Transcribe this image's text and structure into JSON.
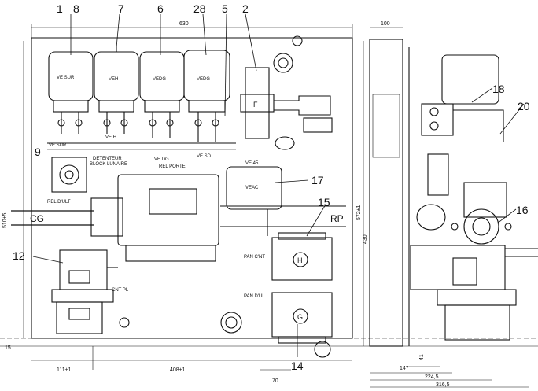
{
  "callouts": {
    "c1": "1",
    "c8": "8",
    "c7": "7",
    "c6": "6",
    "c28": "28",
    "c5": "5",
    "c2": "2",
    "c18": "18",
    "c20": "20",
    "c9": "9",
    "c17": "17",
    "c15": "15",
    "c16": "16",
    "c12": "12",
    "c14": "14"
  },
  "relay_labels": {
    "r8": "VE SUR",
    "r7": "VEH",
    "r6": "VEDG",
    "r28": "VEDG",
    "r17": "VEAC"
  },
  "wire_labels": {
    "ve_sur": "VE SUR",
    "ve_h": "VE H",
    "deteneur": "DETENTEUR",
    "block_lunaire": "BLOCK LUNAIRE",
    "ve_dg": "VE DG",
    "ve_sd": "VE SD",
    "rel_porte": "REL PORTE",
    "rel_d_ult": "REL D'ULT",
    "pan_cnt": "PAN C'NT",
    "pan_d_ul": "PAN D'UL",
    "cnt_pl": "CNT PL",
    "ve_45": "VE 45"
  },
  "module_marks": {
    "h": "H",
    "g": "G",
    "f": "F"
  },
  "flows": {
    "cg": "CG",
    "rp": "RP"
  },
  "dimensions": {
    "d630": "630",
    "d100": "100",
    "d510": "510±5",
    "d572": "572±1",
    "d430": "430",
    "d11": "111±1",
    "d408": "408±1",
    "d70": "70",
    "d147": "147",
    "d2245": "224,5",
    "d3165": "316,5",
    "d15": "15",
    "d41": "41"
  }
}
